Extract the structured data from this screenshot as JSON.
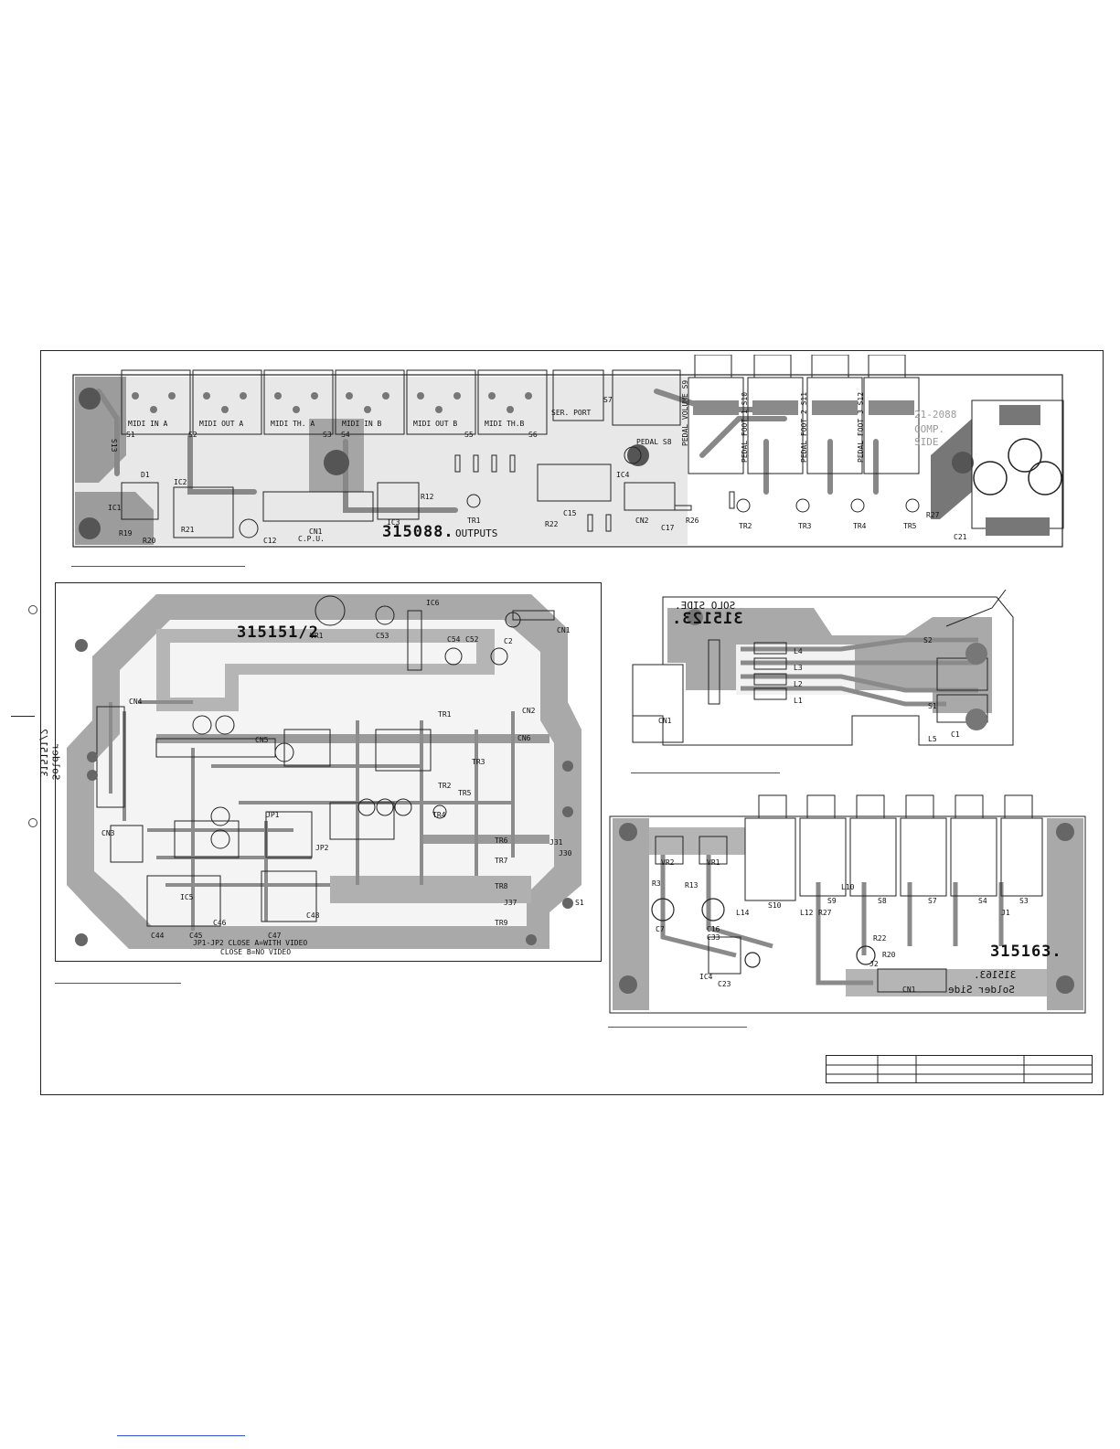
{
  "boards": {
    "top": {
      "code": "315088.",
      "subtitle": "OUTPUTS",
      "cpu_label": "C.P.U.",
      "ghost_text": [
        "21-2088",
        "COMP.",
        "SIDE"
      ],
      "jacks": [
        "MIDI IN A",
        "MIDI OUT A",
        "MIDI TH. A",
        "MIDI IN B",
        "MIDI OUT B",
        "MIDI TH.B"
      ],
      "switch_labels": [
        "S1",
        "S2",
        "S3",
        "S4",
        "S5",
        "S6"
      ],
      "ports": [
        "SER. PORT",
        "PEDAL S8"
      ],
      "pedal_jacks": [
        "PEDAL VOLUME S9",
        "PEDAL FOOT 1 S10",
        "PEDAL FOOT 2 S11",
        "PEDAL FOOT 3 S12"
      ],
      "parts": [
        "IC1",
        "IC2",
        "IC3",
        "IC4",
        "CN1",
        "CN2",
        "C12",
        "R21",
        "R19",
        "R20",
        "D1",
        "S13",
        "TR1",
        "TR2",
        "TR3",
        "TR4",
        "TR5",
        "R12",
        "C17",
        "R26",
        "R27",
        "C21",
        "R22",
        "C15",
        "S7"
      ]
    },
    "left": {
      "code": "315151/2",
      "mirror_text": [
        "315151/2",
        "Solder"
      ],
      "notes": [
        "JP1-JP2   CLOSE A=WITH VIDEO",
        "CLOSE B=NO VIDEO"
      ],
      "parts": [
        "IC6",
        "IC5",
        "VR1",
        "C53",
        "C54",
        "C52",
        "C2",
        "CN1",
        "CN2",
        "CN3",
        "CN4",
        "CN5",
        "CN6",
        "TR1",
        "TR2",
        "TR3",
        "TR4",
        "TR5",
        "TR6",
        "TR7",
        "TR8",
        "TR9",
        "J30",
        "J31",
        "J37",
        "JP1",
        "JP2",
        "C44",
        "C45",
        "C46",
        "C47",
        "C48",
        "S1"
      ]
    },
    "right_top": {
      "code": "315123.",
      "mirror_text": [
        "SOLO SIDE.",
        "315123."
      ],
      "parts": [
        "CN1",
        "S1",
        "S2",
        "L1",
        "L2",
        "L3",
        "L4",
        "L5",
        "C1"
      ]
    },
    "right_bottom": {
      "code": "315163.",
      "mirror_text": [
        "315163.",
        "Solder Side"
      ],
      "parts": [
        "VR2",
        "VR1",
        "IC4",
        "CN1",
        "S3",
        "S4",
        "S7",
        "S8",
        "S9",
        "S10",
        "C7",
        "C16",
        "C23",
        "C33",
        "R3",
        "R13",
        "R20",
        "R22",
        "R27",
        "J1",
        "J2",
        "L10",
        "L12",
        "L14"
      ]
    }
  },
  "colors": {
    "copper": "#a8a8a8",
    "copper_dark": "#6e6e6e",
    "ink": "#111111",
    "footer_link": "#3355cc"
  }
}
